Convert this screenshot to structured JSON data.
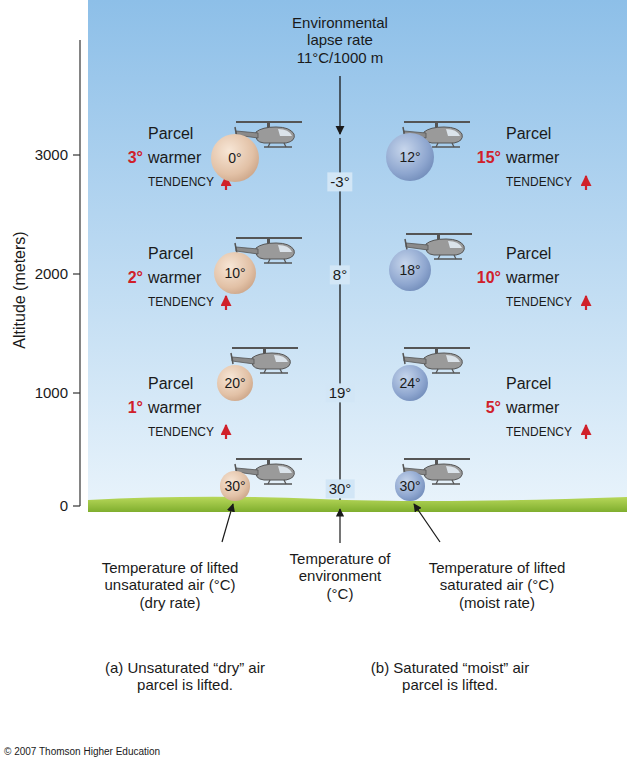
{
  "diagram": {
    "title": "Environmental lapse rate 11°C/1000 m",
    "nodes": [
      {
        "text": [
          "0°"
        ]
      },
      {
        "text": [
          "10°"
        ]
      },
      {
        "text": [
          "20°"
        ]
      },
      {
        "text": [
          "30°"
        ]
      },
      {
        "text": [
          "12°"
        ]
      },
      {
        "text": [
          "18°"
        ]
      },
      {
        "text": [
          "24°"
        ]
      },
      {
        "text": [
          "30°"
        ]
      }
    ],
    "labels": [
      "Parcel",
      "3°",
      "warmer",
      "TENDENCY",
      "Parcel",
      "2°",
      "warmer",
      "TENDENCY",
      "Parcel",
      "1°",
      "warmer",
      "TENDENCY",
      "Parcel",
      "15°",
      "warmer",
      "TENDENCY",
      "Parcel",
      "10°",
      "warmer",
      "TENDENCY",
      "Parcel",
      "5°",
      "warmer",
      "TENDENCY",
      "-3°",
      "8°",
      "19°",
      "30°",
      "3000",
      "2000",
      "1000",
      "0",
      "Altitude (meters)",
      "Temperature of lifted unsaturated air (°C) (dry rate)",
      "Temperature of environment (°C)",
      "Temperature of lifted saturated air (°C) (moist rate)",
      "(a) Unsaturated “dry” air parcel is lifted.",
      "(b) Saturated “moist” air parcel is lifted.",
      "© 2007 Thomson Higher Education"
    ]
  }
}
